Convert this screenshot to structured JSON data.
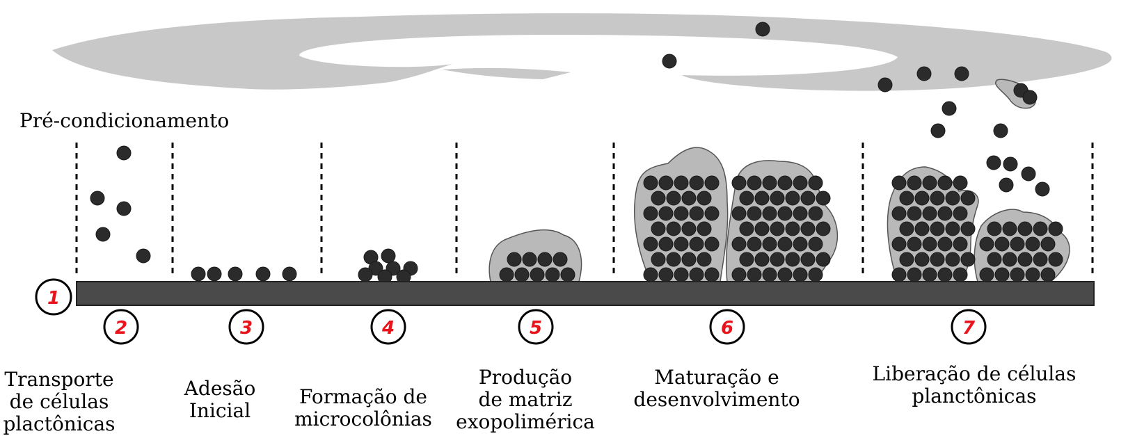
{
  "title": "Pré-condicionamento",
  "steps": [
    {
      "number": "1"
    },
    {
      "number": "2",
      "line1": "Transporte",
      "line2": "de células",
      "line3": "plactônicas"
    },
    {
      "number": "3",
      "line1": "Adesão",
      "line2": "Inicial"
    },
    {
      "number": "4",
      "line1": "Formação de",
      "line2": "microcolônias"
    },
    {
      "number": "5",
      "line1": "Produção",
      "line2": "de matriz",
      "line3": "exopolimérica"
    },
    {
      "number": "6",
      "line1": "Maturação e",
      "line2": "desenvolvimento"
    },
    {
      "number": "7",
      "line1": "Liberação de células",
      "line2": "planctônicas"
    }
  ],
  "colors": {
    "flow": "#c8c8c8",
    "surface": "#4a4a4a",
    "cell": "#2b2b2b",
    "matrix": "#b9b9b9",
    "number_text": "#e8131b"
  }
}
